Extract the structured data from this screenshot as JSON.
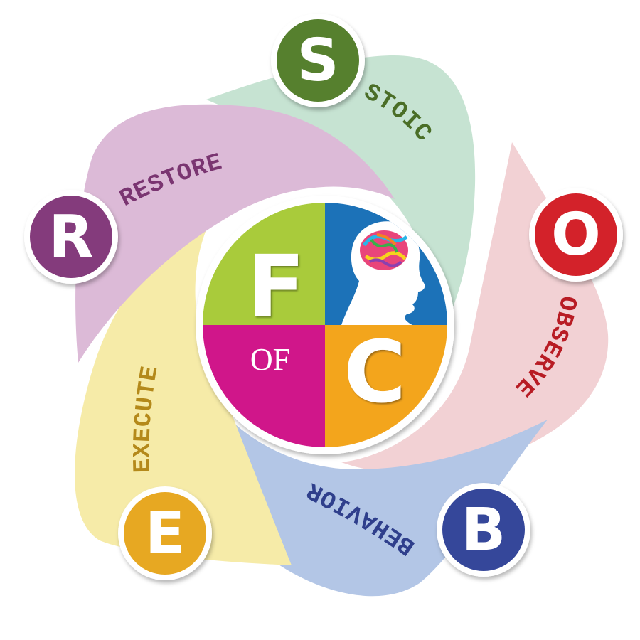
{
  "center": {
    "f": "F",
    "of": "OF",
    "c": "C",
    "colors": {
      "top_left": "#a9cb3a",
      "top_right": "#1b72b8",
      "bottom_left": "#d0198a",
      "bottom_right": "#f3a51f"
    }
  },
  "petals": [
    {
      "key": "stoic",
      "letter": "S",
      "word": "STOIC",
      "badge_color": "#57802f",
      "petal_color": "#c6e3d2",
      "text_color": "#4a6e27"
    },
    {
      "key": "observe",
      "letter": "O",
      "word": "OBSERVE",
      "badge_color": "#d3222a",
      "petal_color": "#f2d1d4",
      "text_color": "#b81c24"
    },
    {
      "key": "behavior",
      "letter": "B",
      "word": "BEHAVIOR",
      "badge_color": "#34469a",
      "petal_color": "#b3c6e6",
      "text_color": "#2f3f8c"
    },
    {
      "key": "execute",
      "letter": "E",
      "word": "EXECUTE",
      "badge_color": "#e7a820",
      "petal_color": "#f6eba8",
      "text_color": "#b4891a"
    },
    {
      "key": "restore",
      "letter": "R",
      "word": "RESTORE",
      "badge_color": "#843a7c",
      "petal_color": "#dcbad7",
      "text_color": "#7a3571"
    }
  ]
}
